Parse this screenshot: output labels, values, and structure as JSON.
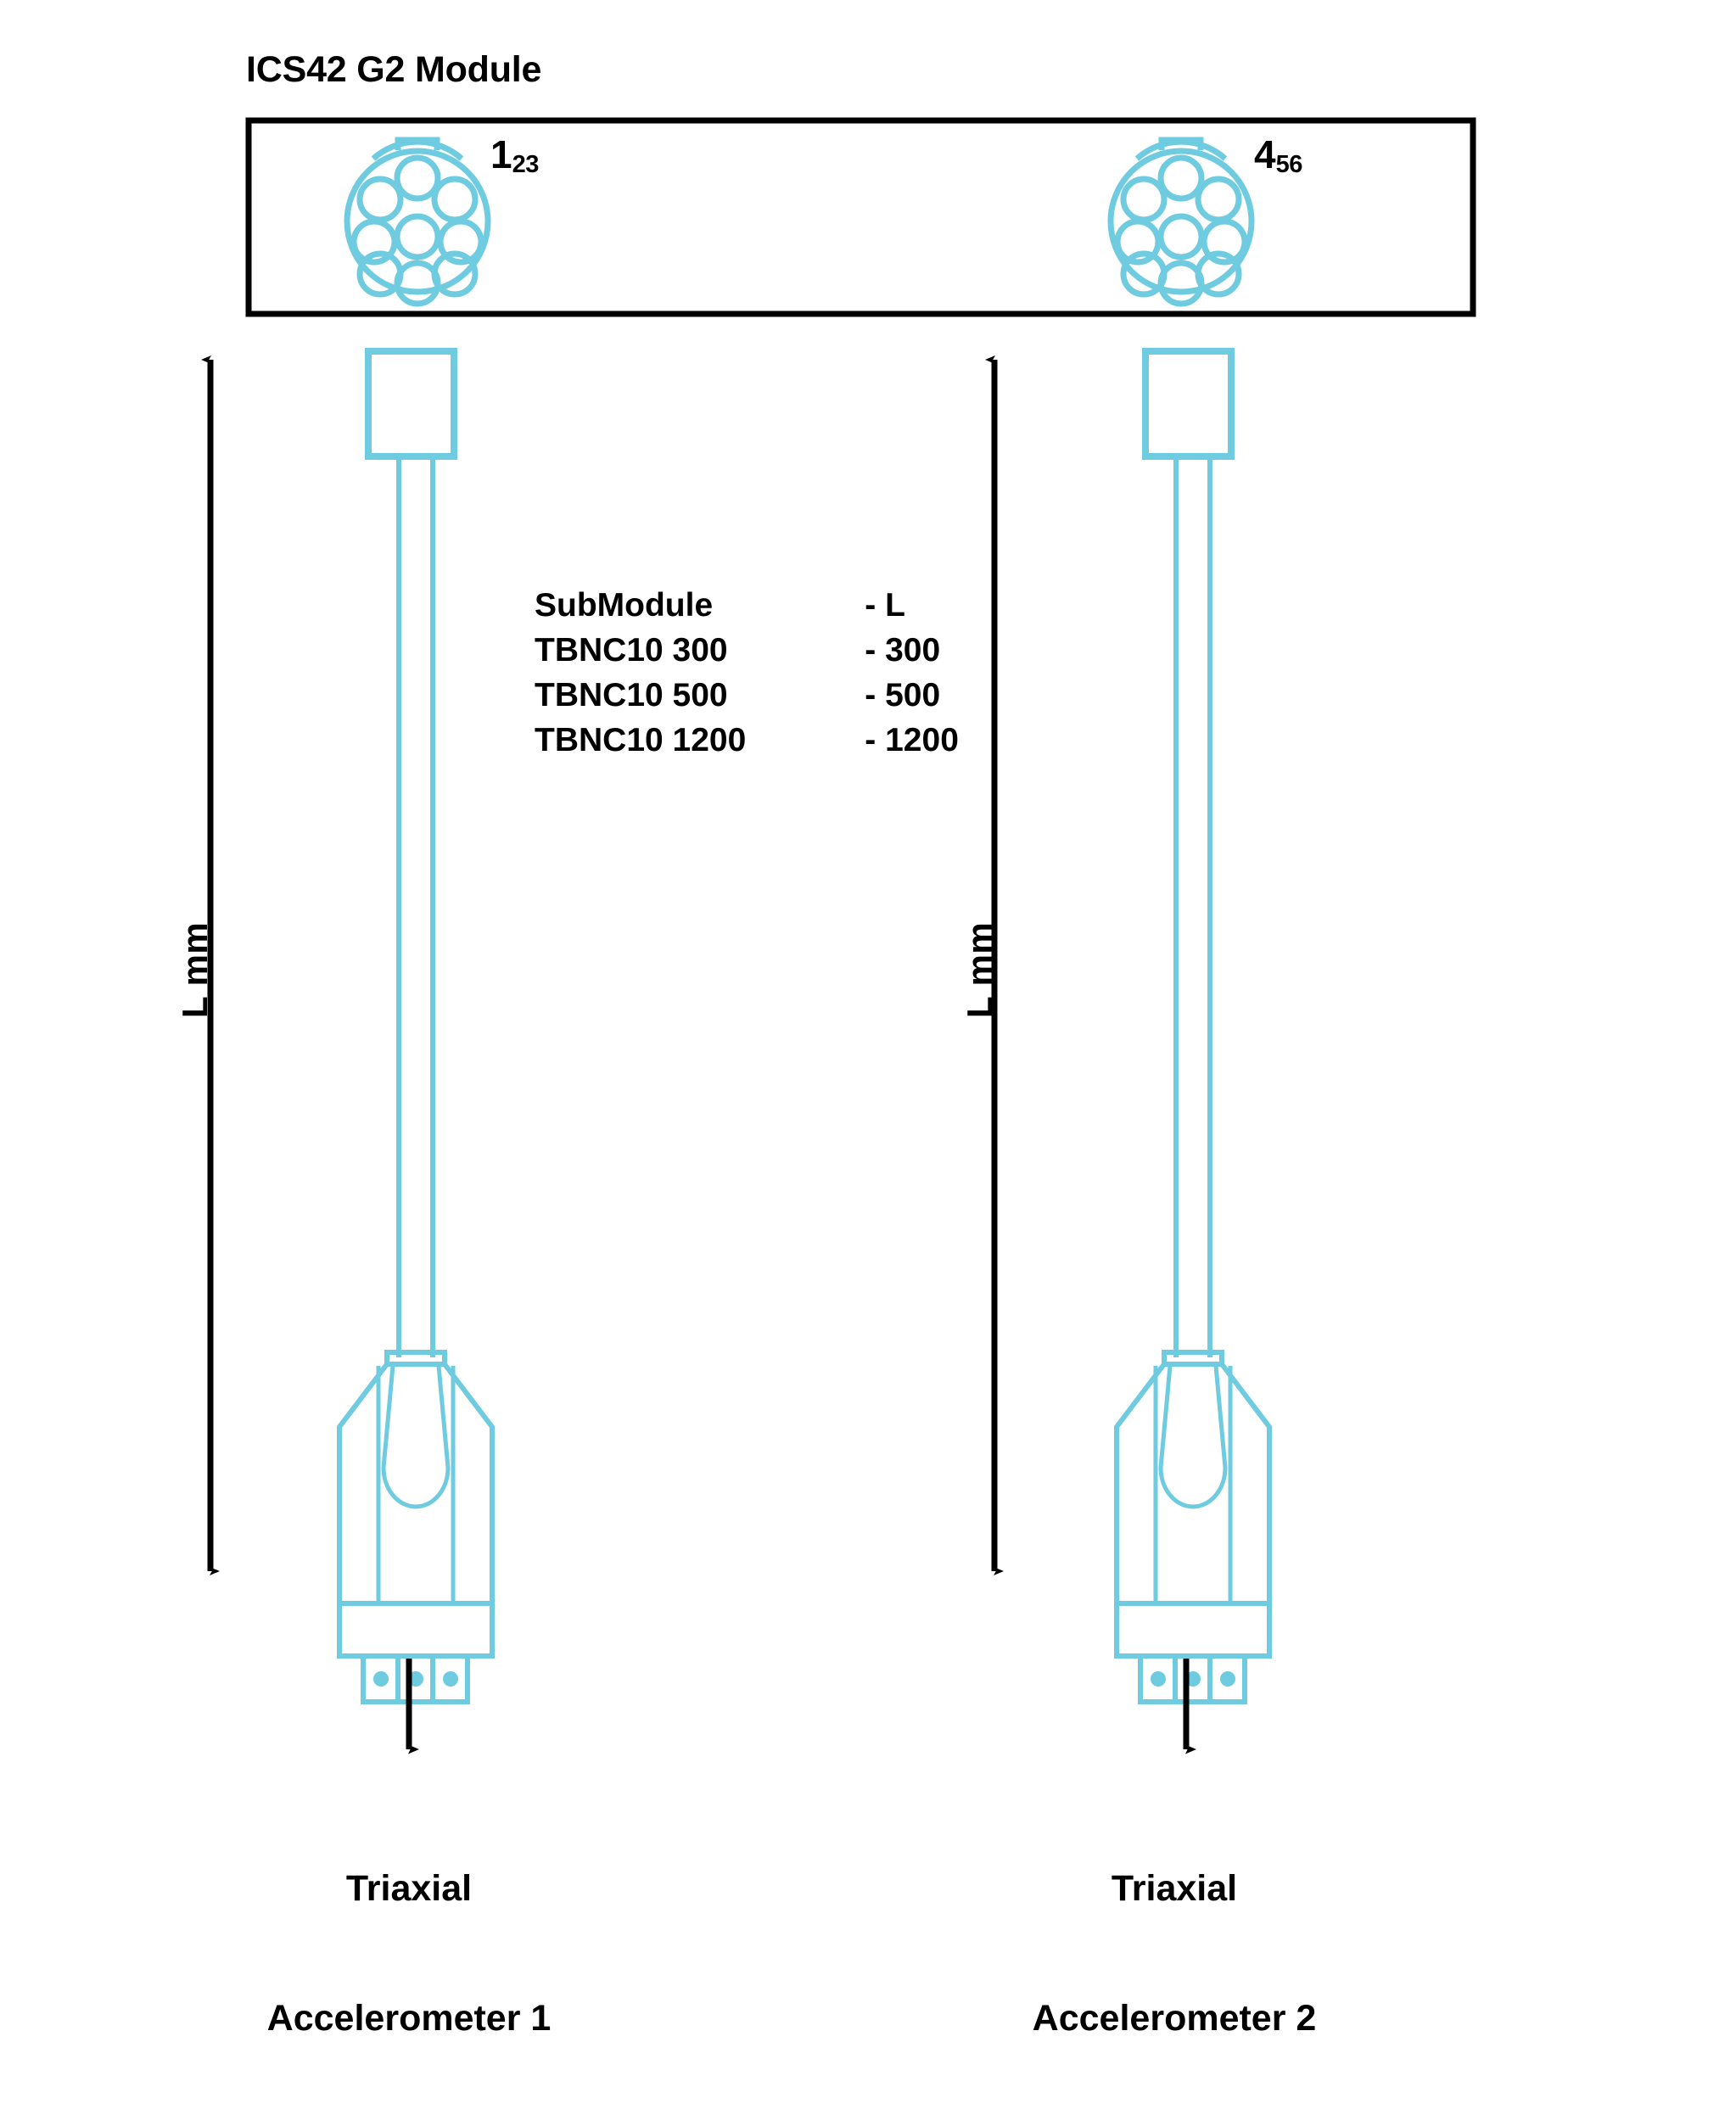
{
  "module": {
    "title": "ICS42 G2 Module",
    "connectors": [
      {
        "id": "connector-1",
        "main": "1",
        "sub": "23"
      },
      {
        "id": "connector-2",
        "main": "4",
        "sub": "56"
      }
    ]
  },
  "dimensions": {
    "left_label": "L mm",
    "right_label": "L mm"
  },
  "spec_table": {
    "header": {
      "name": "SubModule",
      "length": "- L"
    },
    "rows": [
      {
        "name": "TBNC10 300",
        "length": "- 300"
      },
      {
        "name": "TBNC10 500",
        "length": "- 500"
      },
      {
        "name": "TBNC10 1200",
        "length": "- 1200"
      }
    ]
  },
  "accelerometers": [
    {
      "line1": "Triaxial",
      "line2": "Accelerometer 1"
    },
    {
      "line1": "Triaxial",
      "line2": "Accelerometer 2"
    }
  ],
  "colors": {
    "line_cyan": "#6FCBE0",
    "outline_black": "#000000",
    "background": "#FFFFFF"
  }
}
